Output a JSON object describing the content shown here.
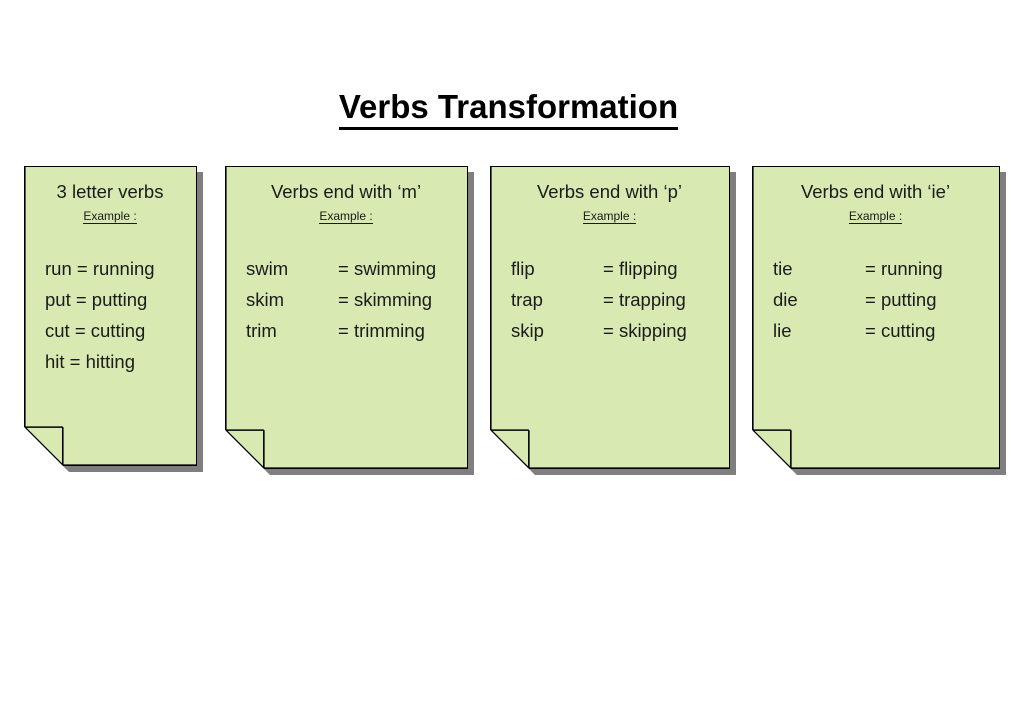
{
  "slide": {
    "title": "Verbs Transformation",
    "background_color": "#ffffff",
    "card_fill_color": "#d8e9b2",
    "card_border_color": "#000000",
    "card_shadow_color": "#7f7f7f",
    "text_color": "#1b1b1b"
  },
  "cards": [
    {
      "id": "three-letter-verbs",
      "heading": "3 letter verbs",
      "example_label": "Example :",
      "layout": "inline",
      "rows": [
        {
          "base": "run = running",
          "result": ""
        },
        {
          "base": "put = putting",
          "result": ""
        },
        {
          "base": "cut = cutting",
          "result": ""
        },
        {
          "base": "hit = hitting",
          "result": ""
        }
      ]
    },
    {
      "id": "verbs-end-with-m",
      "heading": "Verbs end with ‘m’",
      "example_label": "Example :",
      "layout": "columns",
      "rows": [
        {
          "base": "swim",
          "result": "= swimming"
        },
        {
          "base": "skim",
          "result": "= skimming"
        },
        {
          "base": "trim",
          "result": "= trimming"
        }
      ]
    },
    {
      "id": "verbs-end-with-p",
      "heading": "Verbs end with ‘p’",
      "example_label": "Example :",
      "layout": "columns",
      "rows": [
        {
          "base": "flip",
          "result": "= flipping"
        },
        {
          "base": "trap",
          "result": "= trapping"
        },
        {
          "base": "skip",
          "result": "= skipping"
        }
      ]
    },
    {
      "id": "verbs-end-with-ie",
      "heading": "Verbs end with ‘ie’",
      "example_label": "Example :",
      "layout": "columns",
      "rows": [
        {
          "base": "tie",
          "result": "= running"
        },
        {
          "base": "die",
          "result": "= putting"
        },
        {
          "base": "lie",
          "result": "= cutting"
        }
      ]
    }
  ]
}
